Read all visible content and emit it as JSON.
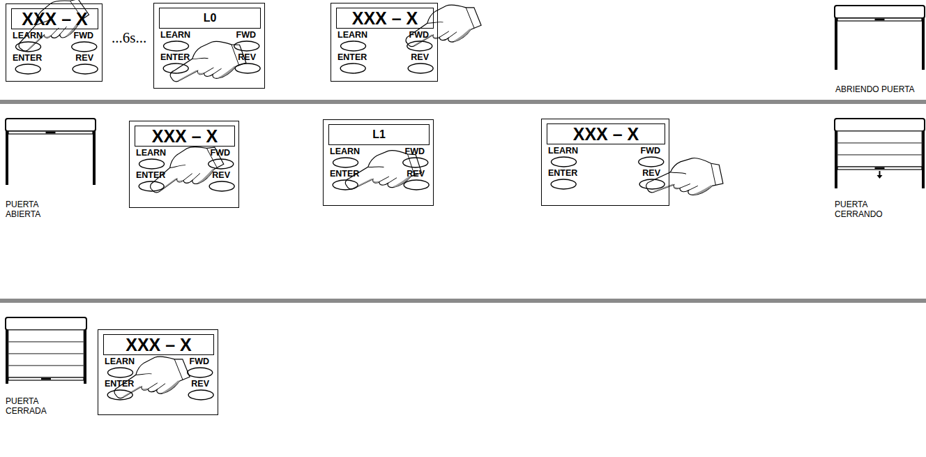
{
  "diagram": {
    "nodes": [
      {
        "text": [
          "LEARN",
          "FWD",
          "ENTER",
          "REV"
        ]
      },
      {
        "text": [
          "XXX – X"
        ],
        "in": 0
      },
      {
        "text": [
          "LEARN",
          "FWD",
          "ENTER",
          "REV"
        ]
      },
      {
        "text": [
          "L0"
        ],
        "in": 2
      },
      {
        "text": [
          "LEARN",
          "FWD",
          "ENTER",
          "REV"
        ]
      },
      {
        "text": [
          "XXX – X"
        ],
        "in": 4
      },
      {
        "text": [
          "LEARN",
          "FWD",
          "ENTER",
          "REV"
        ]
      },
      {
        "text": [
          "XXX – X"
        ],
        "in": 6
      },
      {
        "text": [
          "LEARN",
          "FWD",
          "ENTER",
          "REV"
        ]
      },
      {
        "text": [
          "L1"
        ],
        "in": 8
      },
      {
        "text": [
          "LEARN",
          "FWD",
          "ENTER",
          "REV"
        ]
      },
      {
        "text": [
          "XXX – X"
        ],
        "in": 10
      },
      {
        "text": [
          "LEARN",
          "FWD",
          "ENTER",
          "REV"
        ]
      },
      {
        "text": [
          "XXX – X"
        ],
        "in": 12
      }
    ],
    "labels": [
      "...6s...",
      "ABRIENDO PUERTA",
      "PUERTA ABIERTA",
      "PUERTA CERRANDO",
      "PUERTA CERRADA"
    ]
  }
}
